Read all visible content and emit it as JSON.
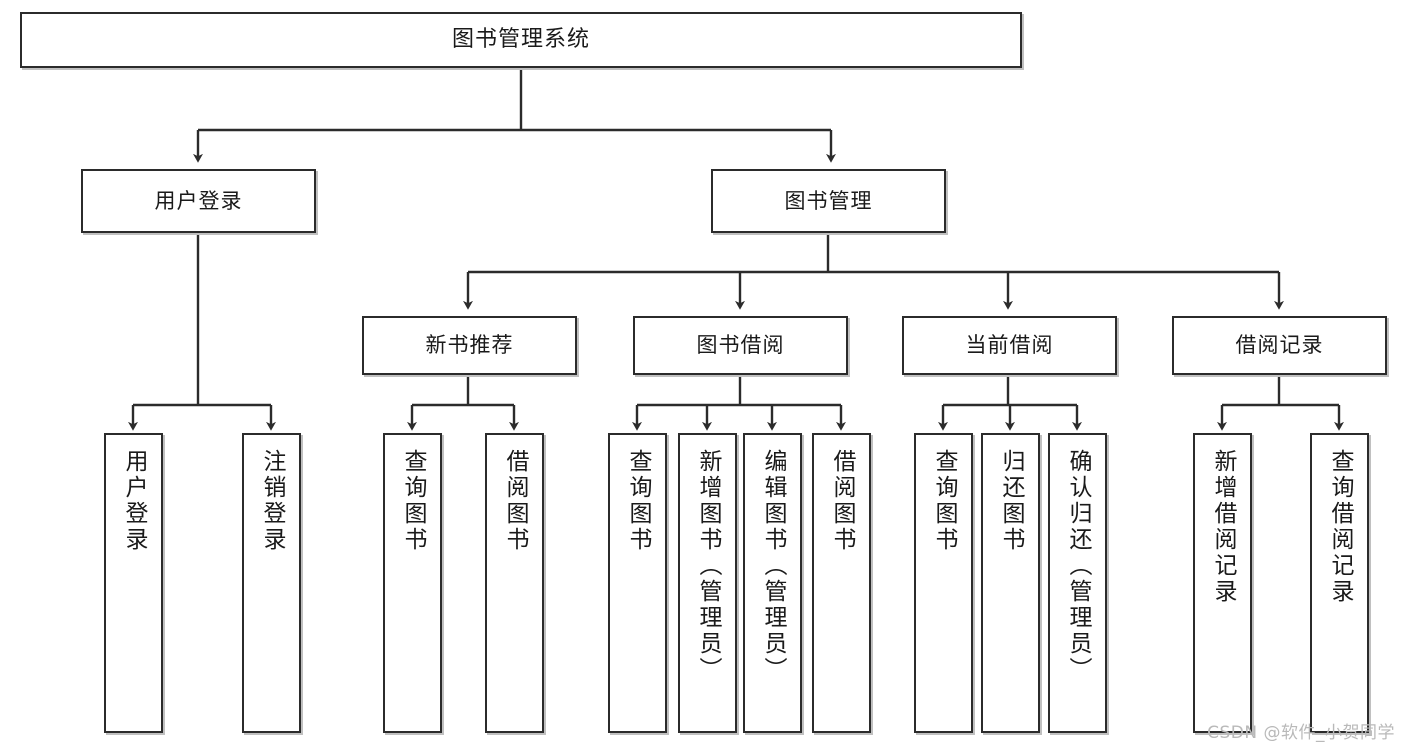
{
  "diagram": {
    "type": "tree",
    "title": "图书管理系统",
    "colors": {
      "box_border": "#2b2b2b",
      "box_fill": "#ffffff",
      "connector": "#2b2b2b",
      "text": "#1a1a1a",
      "watermark": "#b9b9b9"
    },
    "levels": {
      "root": {
        "label": "图书管理系统"
      },
      "level2": [
        {
          "label": "用户登录"
        },
        {
          "label": "图书管理"
        }
      ],
      "level3": [
        {
          "label": "新书推荐"
        },
        {
          "label": "图书借阅"
        },
        {
          "label": "当前借阅"
        },
        {
          "label": "借阅记录"
        }
      ],
      "leaves": [
        {
          "label": "用户登录",
          "parent": "用户登录"
        },
        {
          "label": "注销登录",
          "parent": "用户登录"
        },
        {
          "label": "查询图书",
          "parent": "新书推荐"
        },
        {
          "label": "借阅图书",
          "parent": "新书推荐"
        },
        {
          "label": "查询图书",
          "parent": "图书借阅"
        },
        {
          "label": "新增图书（管理员）",
          "parent": "图书借阅"
        },
        {
          "label": "编辑图书（管理员）",
          "parent": "图书借阅"
        },
        {
          "label": "借阅图书",
          "parent": "图书借阅"
        },
        {
          "label": "查询图书",
          "parent": "当前借阅"
        },
        {
          "label": "归还图书",
          "parent": "当前借阅"
        },
        {
          "label": "确认归还（管理员）",
          "parent": "当前借阅"
        },
        {
          "label": "新增借阅记录",
          "parent": "借阅记录"
        },
        {
          "label": "查询借阅记录",
          "parent": "借阅记录"
        }
      ]
    }
  },
  "watermark": {
    "text": "CSDN @软件_小贺同学"
  }
}
